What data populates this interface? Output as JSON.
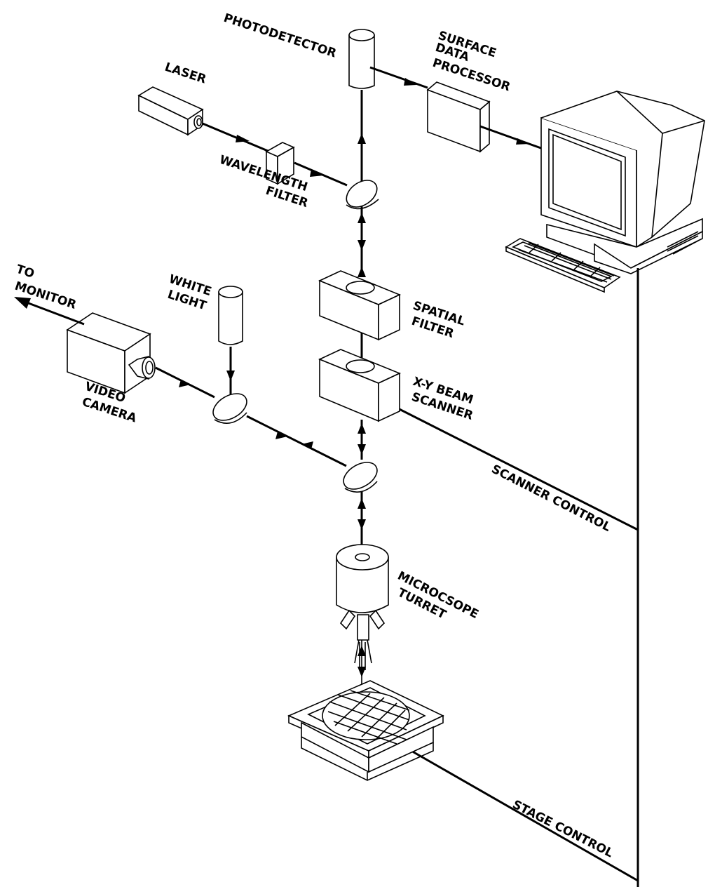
{
  "labels": {
    "photodetector": "PHOTODETECTOR",
    "surface_1": "SURFACE",
    "surface_2": "DATA",
    "surface_3": "PROCESSOR",
    "laser": "LASER",
    "wavelength_1": "WAVELENGTH",
    "wavelength_2": "FILTER",
    "to_monitor_1": "TO",
    "to_monitor_2": "MONITOR",
    "white_light_1": "WHITE",
    "white_light_2": "LIGHT",
    "spatial_1": "SPATIAL",
    "spatial_2": "FILTER",
    "video_1": "VIDEO",
    "video_2": "CAMERA",
    "xy_1": "X-Y BEAM",
    "xy_2": "SCANNER",
    "scanner_control": "SCANNER CONTROL",
    "microscope_1": "MICROCSOPE",
    "microscope_2": "TURRET",
    "stage_control": "STAGE CONTROL"
  },
  "colors": {
    "ink": "#000000",
    "paper": "#ffffff"
  }
}
